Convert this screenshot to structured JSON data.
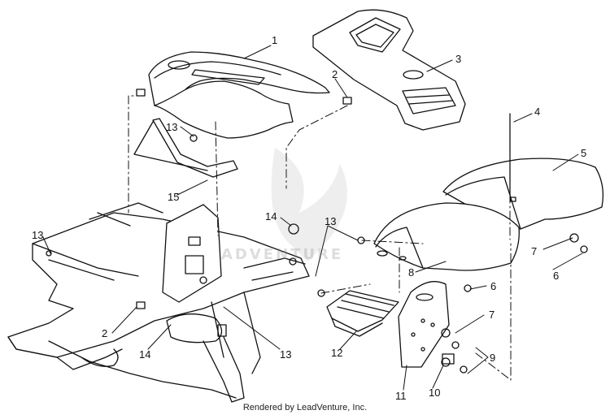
{
  "watermark": {
    "text": "ADVENTURE"
  },
  "callouts": [
    {
      "label": "1"
    },
    {
      "label": "2"
    },
    {
      "label": "3"
    },
    {
      "label": "4"
    },
    {
      "label": "13"
    },
    {
      "label": "5"
    },
    {
      "label": "15"
    },
    {
      "label": "14"
    },
    {
      "label": "13"
    },
    {
      "label": "13"
    },
    {
      "label": "7"
    },
    {
      "label": "6"
    },
    {
      "label": "8"
    },
    {
      "label": "6"
    },
    {
      "label": "2"
    },
    {
      "label": "7"
    },
    {
      "label": "14"
    },
    {
      "label": "13"
    },
    {
      "label": "12"
    },
    {
      "label": "9"
    },
    {
      "label": "11"
    },
    {
      "label": "10"
    }
  ],
  "footer": {
    "text": "Rendered by LeadVenture, Inc."
  },
  "colors": {
    "line": "#111111",
    "paper": "#ffffff"
  }
}
